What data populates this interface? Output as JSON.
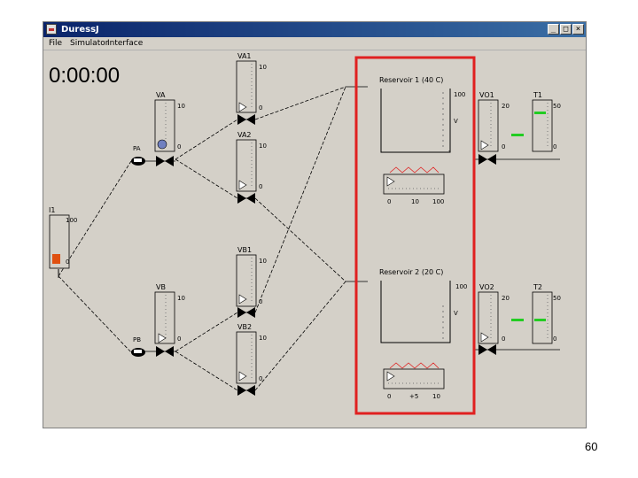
{
  "window": {
    "title": "DuressJ",
    "menu": [
      "File",
      "Simulator",
      "Interface"
    ],
    "buttons": {
      "minimize": "_",
      "maximize": "□",
      "close": "×"
    }
  },
  "timer": {
    "value": "0:00:00"
  },
  "components": {
    "va": "VA",
    "vb": "VB",
    "pa": "PA",
    "pb": "PB",
    "va1": "VA1",
    "va2": "VA2",
    "vb1": "VB1",
    "vb2": "VB2",
    "vo1": "VO1",
    "vo2": "VO2",
    "t1": "T1",
    "t2": "T2"
  },
  "reservoir1": {
    "label": "Reservoir 1 (40 C)",
    "scale_max": "100",
    "level_marker": "V",
    "volume_label": "100"
  },
  "reservoir2": {
    "label": "Reservoir 2 (20 C)",
    "scale_max": "100",
    "level_marker": "V"
  },
  "heater1": {
    "ticks": [
      "0",
      "10",
      "100"
    ]
  },
  "heater2": {
    "ticks": [
      "0",
      "+5",
      "10"
    ]
  },
  "gauges": {
    "va": "10",
    "va_min": "0",
    "vb": "10",
    "vb_min": "0",
    "va1": "10",
    "va1_min": "0",
    "va2": "10",
    "va2_min": "0",
    "vb1": "10",
    "vb1_min": "0",
    "vb2": "10",
    "vb2_min": "0",
    "vo1": "20",
    "vo1_min": "0",
    "vo2": "20",
    "vo2_min": "0",
    "t1_max": "50",
    "t1_min": "0",
    "t2_max": "50",
    "t2_min": "0",
    "input_max": "100",
    "input_min": "0"
  },
  "slide_number": "60",
  "colors": {
    "highlight": "#e02020",
    "temp_marker": "#22cc22",
    "input_fill": "#e05010",
    "pump": "#7080c0"
  }
}
